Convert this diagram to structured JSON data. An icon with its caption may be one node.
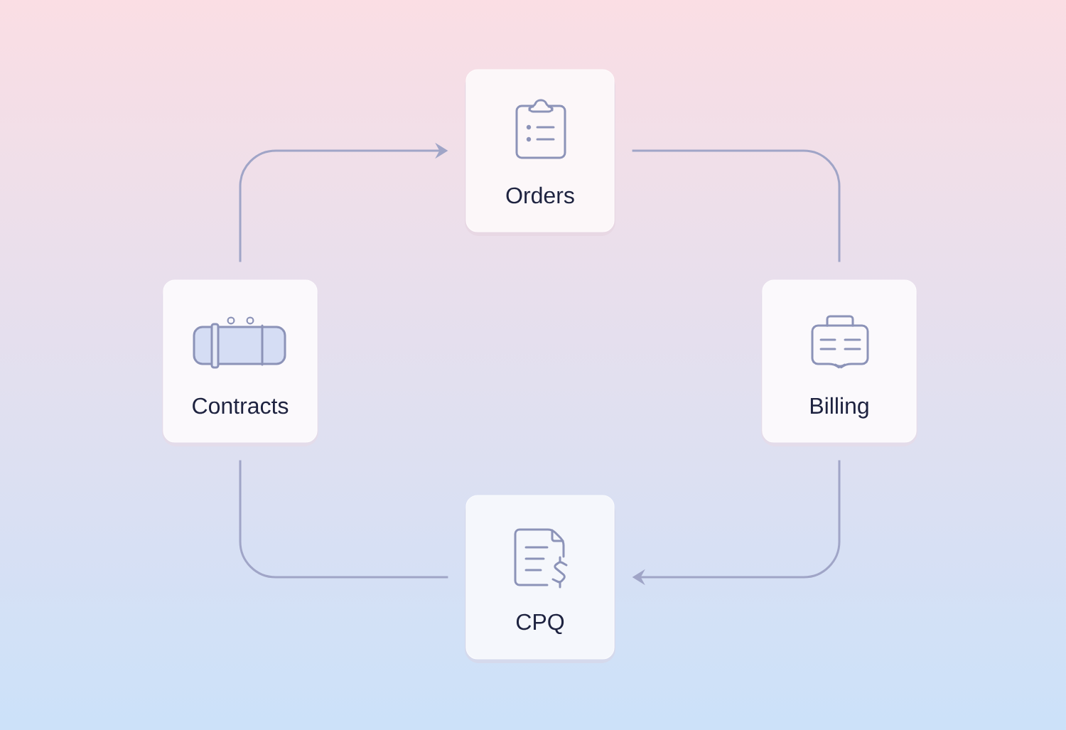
{
  "diagram": {
    "nodes": [
      {
        "text": [
          "Orders"
        ]
      },
      {
        "text": [
          "Contracts"
        ]
      },
      {
        "text": [
          "Billing"
        ]
      },
      {
        "text": [
          "CPQ"
        ]
      }
    ],
    "edges": [
      {
        "from": 1,
        "to": 0,
        "arrow": "to"
      },
      {
        "from": 0,
        "to": 2,
        "arrow": "none"
      },
      {
        "from": 2,
        "to": 3,
        "arrow": "to"
      },
      {
        "from": 3,
        "to": 1,
        "arrow": "none"
      }
    ]
  }
}
